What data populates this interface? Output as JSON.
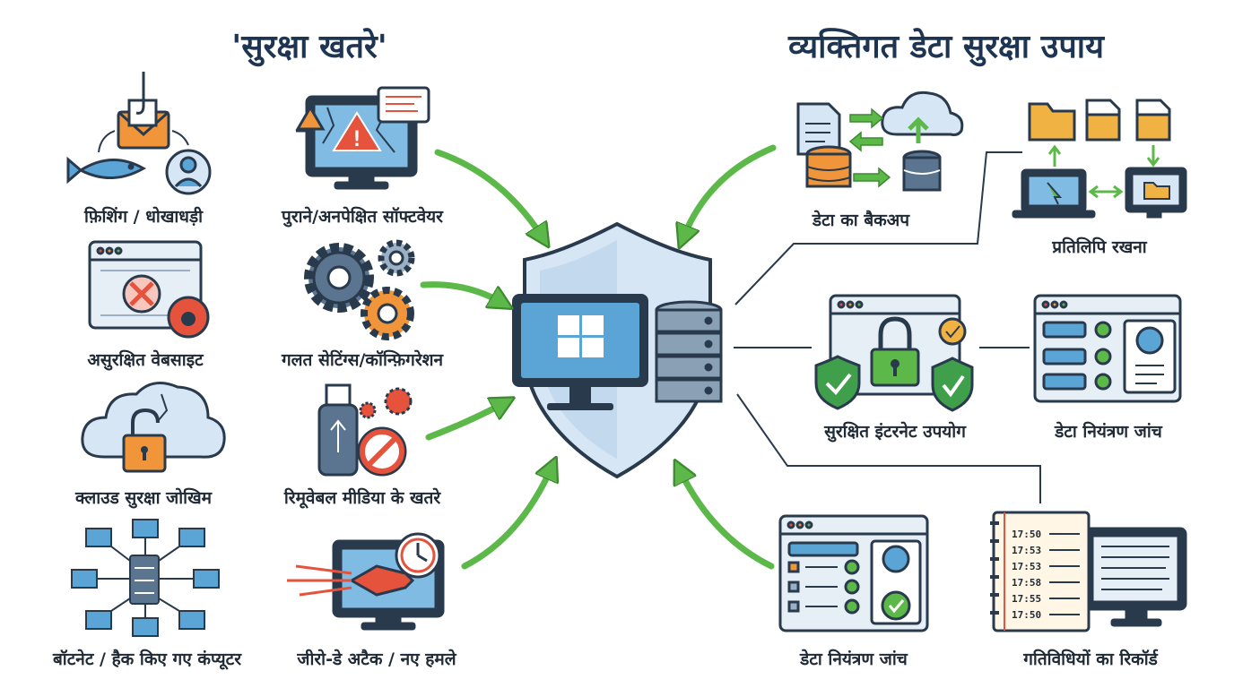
{
  "left_heading": "'सुरक्षा खतरे'",
  "right_heading": "व्यक्तिगत डेटा सुरक्षा उपाय",
  "threats": [
    {
      "label": "फ़िशिंग / धोखाधड़ी",
      "icon": "phishing-icon"
    },
    {
      "label": "पुराने/अनपेक्षित सॉफ्टवेयर",
      "icon": "outdated-software-icon"
    },
    {
      "label": "असुरक्षित वेबसाइट",
      "icon": "unsafe-website-icon"
    },
    {
      "label": "गलत सेटिंग्स/कॉन्फ़िगरेशन",
      "icon": "misconfiguration-icon"
    },
    {
      "label": "क्लाउड सुरक्षा जोखिम",
      "icon": "cloud-risk-icon"
    },
    {
      "label": "रिमूवेबल मीडिया के खतरे",
      "icon": "removable-media-icon"
    },
    {
      "label": "बॉटनेट / हैक किए गए कंप्यूटर",
      "icon": "botnet-icon"
    },
    {
      "label": "जीरो-डे अटैक / नए हमले",
      "icon": "zero-day-icon"
    }
  ],
  "measures": [
    {
      "label": "डेटा का बैकअप",
      "icon": "backup-icon"
    },
    {
      "label": "प्रतिलिपि रखना",
      "icon": "copy-files-icon"
    },
    {
      "label": "सुरक्षित इंटरनेट उपयोग",
      "icon": "safe-internet-icon"
    },
    {
      "label": "डेटा नियंत्रण जांच",
      "icon": "data-control-icon"
    },
    {
      "label": "डेटा नियंत्रण जांच",
      "icon": "data-control-icon"
    },
    {
      "label": "गतिविधियों का रिकॉर्ड",
      "icon": "activity-log-icon"
    }
  ],
  "log_times": [
    "17:50",
    "17:53",
    "17:53",
    "17:58",
    "17:55",
    "17:50"
  ],
  "colors": {
    "arrow_green": "#5cb848",
    "heading_navy": "#1d3553",
    "icon_outline": "#2a3a4d",
    "accent_blue": "#5ba4d6",
    "danger_red": "#e5533d",
    "warn_orange": "#f0953a",
    "safe_green": "#3f9f4a"
  }
}
